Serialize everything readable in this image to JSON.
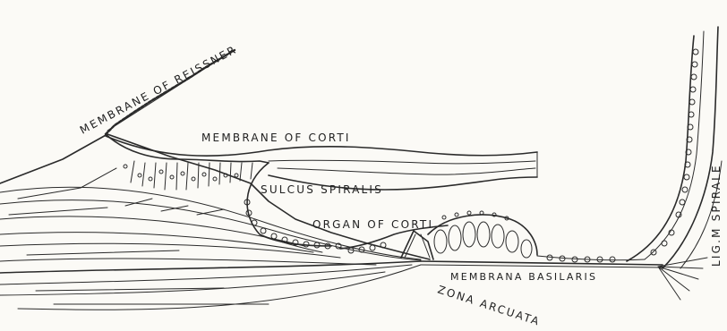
{
  "labels": {
    "reissner": "MEMBRANE OF REISSNER",
    "corti_membrane": "MEMBRANE OF CORTI",
    "sulcus": "SULCUS SPIRALIS",
    "organ": "ORGAN OF CORTI",
    "basilaris": "MEMBRANA BASILARIS",
    "zona": "ZONA ARCUATA",
    "ligament": "LIG.M SPIRALE"
  },
  "colors": {
    "ink": "#2b2b2b",
    "paper": "#fbfaf6"
  }
}
